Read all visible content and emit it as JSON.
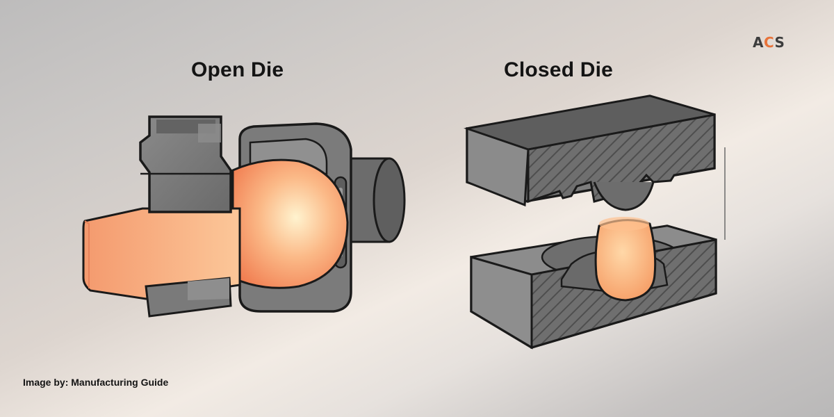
{
  "labels": {
    "open_die": "Open Die",
    "closed_die": "Closed Die"
  },
  "logo": {
    "text_a": "A",
    "text_c": "C",
    "text_s": "S",
    "accent_color": "#e8733a"
  },
  "credit": "Image by: Manufacturing Guide",
  "colors": {
    "die_gray": "#7d7d7d",
    "die_dark": "#555555",
    "outline": "#1a1a1a",
    "hot_metal": "#f7a679",
    "hot_metal_glow": "#fff0c8"
  }
}
